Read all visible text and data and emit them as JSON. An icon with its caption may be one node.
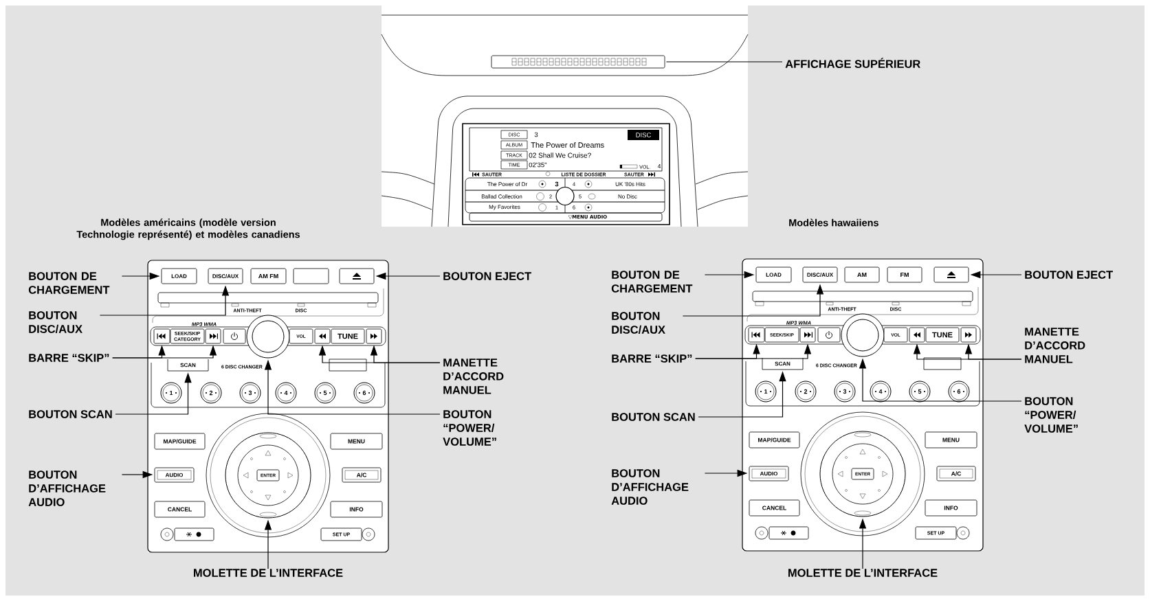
{
  "diagram": {
    "nodes": [
      {
        "text": [
          "AFFICHAGE SUPÉRIEUR"
        ]
      },
      {
        "text": [],
        "shape": "box"
      },
      {
        "text": [
          "BOUTON DE CHARGEMENT"
        ]
      },
      {
        "text": [
          "BOUTON DISC/AUX"
        ]
      },
      {
        "text": [
          "BARRE “SKIP”"
        ]
      },
      {
        "text": [
          "BOUTON SCAN"
        ]
      },
      {
        "text": [
          "BOUTON D’AFFICHAGE AUDIO"
        ]
      },
      {
        "text": [
          "MOLETTE DE L’INTERFACE"
        ]
      },
      {
        "text": [
          "BOUTON EJECT"
        ]
      },
      {
        "text": [
          "MANETTE D’ACCORD MANUEL"
        ]
      },
      {
        "text": [
          "BOUTON “POWER/ VOLUME”"
        ]
      },
      {
        "text": [
          "LOAD"
        ]
      },
      {
        "text": [
          "DISC/AUX"
        ]
      },
      {
        "text": [],
        "shape": "box"
      },
      {
        "text": [],
        "shape": "box"
      },
      {
        "text": [],
        "shape": "box"
      },
      {
        "text": [
          "SCAN"
        ]
      },
      {
        "text": [],
        "shape": "box"
      },
      {
        "text": [],
        "shape": "box"
      },
      {
        "text": [],
        "shape": "circle"
      },
      {
        "text": [
          "AUDIO"
        ]
      },
      {
        "text": [],
        "shape": "circle"
      },
      {
        "text": [
          "BOUTON DE CHARGEMENT"
        ]
      },
      {
        "text": [
          "BOUTON DISC/AUX"
        ]
      },
      {
        "text": [
          "BARRE “SKIP”"
        ]
      },
      {
        "text": [
          "BOUTON SCAN"
        ]
      },
      {
        "text": [
          "BOUTON D’AFFICHAGE AUDIO"
        ]
      },
      {
        "text": [
          "MOLETTE DE L’INTERFACE"
        ]
      },
      {
        "text": [
          "BOUTON EJECT"
        ]
      },
      {
        "text": [
          "MANETTE D’ACCORD MANUEL"
        ]
      },
      {
        "text": [
          "BOUTON “POWER/ VOLUME”"
        ]
      },
      {
        "text": [
          "LOAD"
        ]
      },
      {
        "text": [
          "DISC/AUX"
        ]
      },
      {
        "text": [],
        "shape": "box"
      },
      {
        "text": [],
        "shape": "box"
      },
      {
        "text": [],
        "shape": "box"
      },
      {
        "text": [
          "SCAN"
        ]
      },
      {
        "text": [],
        "shape": "box"
      },
      {
        "text": [],
        "shape": "box"
      },
      {
        "text": [],
        "shape": "circle"
      },
      {
        "text": [
          "AUDIO"
        ]
      },
      {
        "text": [],
        "shape": "circle"
      },
      {
        "text": [
          "AM FM"
        ]
      },
      {
        "text": [
          "SEEK/SKIP CATEGORY"
        ]
      },
      {
        "text": [
          "VOL"
        ]
      },
      {
        "text": [
          "TUNE"
        ]
      },
      {
        "text": [
          "MAP/GUIDE"
        ]
      },
      {
        "text": [
          "MENU"
        ]
      },
      {
        "text": [
          "ENTER"
        ],
        "in": 21
      },
      {
        "text": [
          "A/C"
        ]
      },
      {
        "text": [
          "CANCEL"
        ]
      },
      {
        "text": [
          "INFO"
        ]
      },
      {
        "text": [
          "SET UP"
        ]
      },
      {
        "text": [
          "AM"
        ]
      },
      {
        "text": [
          "FM"
        ]
      },
      {
        "text": [
          "SEEK/SKIP"
        ]
      },
      {
        "text": [
          "VOL"
        ]
      },
      {
        "text": [
          "TUNE"
        ]
      },
      {
        "text": [
          "MAP/GUIDE"
        ]
      },
      {
        "text": [
          "MENU"
        ]
      },
      {
        "text": [
          "ENTER"
        ],
        "in": 41
      },
      {
        "text": [
          "A/C"
        ]
      },
      {
        "text": [
          "CANCEL"
        ]
      },
      {
        "text": [
          "INFO"
        ]
      },
      {
        "text": [
          "SET UP"
        ]
      }
    ],
    "edges": [
      {
        "from": 0,
        "to": 1,
        "arrow": "none"
      },
      {
        "from": 2,
        "to": 11,
        "arrow": "to"
      },
      {
        "from": 3,
        "to": 12,
        "arrow": "to"
      },
      {
        "from": 4,
        "to": 14,
        "arrow": "to"
      },
      {
        "from": 4,
        "to": 15,
        "arrow": "to"
      },
      {
        "from": 5,
        "to": 16,
        "arrow": "to"
      },
      {
        "from": 6,
        "to": 20,
        "arrow": "to"
      },
      {
        "from": 7,
        "to": 21,
        "arrow": "to"
      },
      {
        "from": 8,
        "to": 13,
        "arrow": "to"
      },
      {
        "from": 9,
        "to": 17,
        "arrow": "to"
      },
      {
        "from": 9,
        "to": 18,
        "arrow": "to"
      },
      {
        "from": 10,
        "to": 19,
        "arrow": "to"
      },
      {
        "from": 22,
        "to": 31,
        "arrow": "to"
      },
      {
        "from": 23,
        "to": 32,
        "arrow": "to"
      },
      {
        "from": 24,
        "to": 34,
        "arrow": "to"
      },
      {
        "from": 24,
        "to": 35,
        "arrow": "to"
      },
      {
        "from": 25,
        "to": 36,
        "arrow": "to"
      },
      {
        "from": 26,
        "to": 40,
        "arrow": "to"
      },
      {
        "from": 27,
        "to": 41,
        "arrow": "to"
      },
      {
        "from": 28,
        "to": 33,
        "arrow": "to"
      },
      {
        "from": 29,
        "to": 37,
        "arrow": "to"
      },
      {
        "from": 29,
        "to": 38,
        "arrow": "to"
      },
      {
        "from": 30,
        "to": 39,
        "arrow": "to"
      }
    ],
    "labels": [
      "DISC",
      "3",
      "DISC",
      "ALBUM",
      "The Power of Dreams",
      "TRACK",
      "02 Shall We Cruise?",
      "TIME",
      "02'35\"",
      "VOL.",
      "4",
      "SAUTER",
      "LISTE DE DOSSIER",
      "SAUTER",
      "The Power of Dr",
      "3",
      "4",
      "UK '80s Hits",
      "Ballad Collection",
      "2",
      "5",
      "No Disc",
      "My Favorites",
      "1",
      "6",
      "▽MENU AUDIO",
      "Modèles américains (modèle version Technologie représenté) et modèles canadiens",
      "Modèles hawaiiens",
      "ANTI-THEFT",
      "DISC",
      "MP3 WMA",
      "6 DISC CHANGER",
      "1",
      "2",
      "3",
      "4",
      "5",
      "6",
      "ANTI-THEFT",
      "DISC",
      "MP3 WMA",
      "6 DISC CHANGER",
      "1",
      "2",
      "3",
      "4",
      "5",
      "6"
    ]
  }
}
